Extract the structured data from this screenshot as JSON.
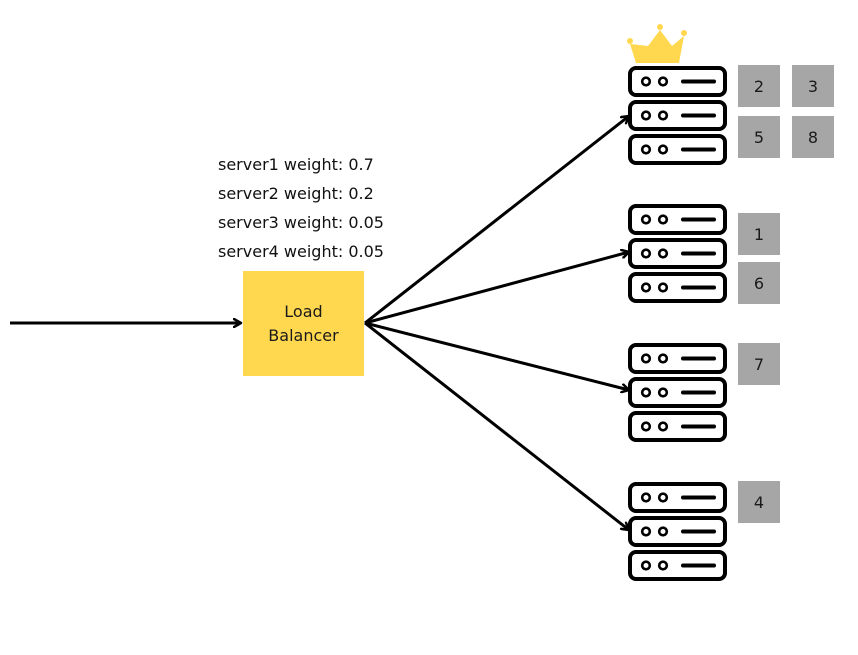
{
  "weights": [
    "server1 weight: 0.7",
    "server2 weight: 0.2",
    "server3 weight: 0.05",
    "server4 weight: 0.05"
  ],
  "load_balancer": {
    "line1": "Load",
    "line2": "Balancer",
    "color": "#ffd84f"
  },
  "servers": [
    {
      "requests": [
        "2",
        "3",
        "5",
        "8"
      ],
      "crown": true
    },
    {
      "requests": [
        "1",
        "6"
      ],
      "crown": false
    },
    {
      "requests": [
        "7"
      ],
      "crown": false
    },
    {
      "requests": [
        "4"
      ],
      "crown": false
    }
  ],
  "icons": {
    "server": "server-rack-icon",
    "crown": "crown-icon"
  },
  "colors": {
    "request_box": "#a6a6a6",
    "crown": "#ffd84f",
    "line": "#000000"
  }
}
